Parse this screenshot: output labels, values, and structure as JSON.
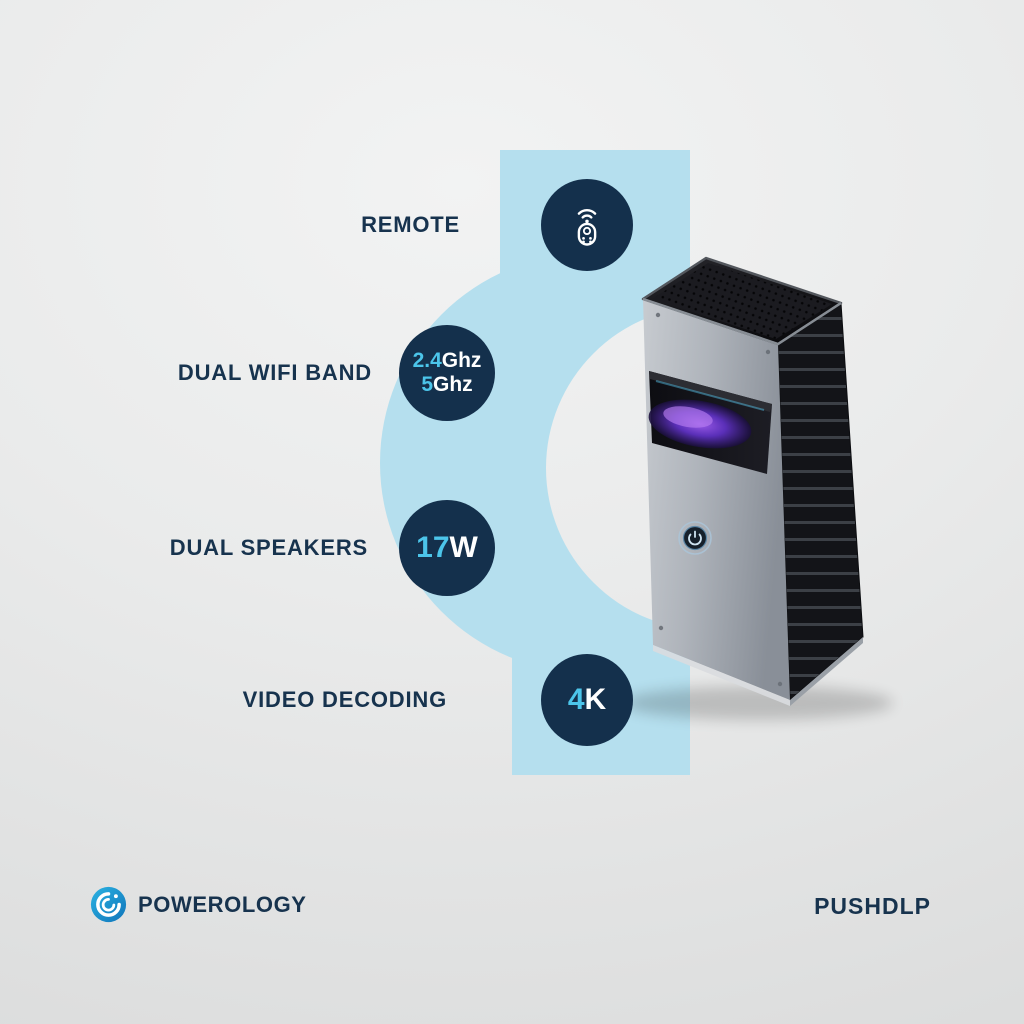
{
  "features": [
    {
      "id": "remote",
      "label": "REMOTE",
      "badge": {
        "type": "icon",
        "icon": "remote-control-icon"
      }
    },
    {
      "id": "wifi",
      "label": "DUAL WIFI BAND",
      "badge": {
        "type": "text",
        "line1_value": "2.4",
        "line1_unit": "Ghz",
        "line2_value": "5",
        "line2_unit": "Ghz"
      }
    },
    {
      "id": "speakers",
      "label": "DUAL SPEAKERS",
      "badge": {
        "type": "text",
        "value": "17",
        "unit": "W"
      }
    },
    {
      "id": "video",
      "label": "VIDEO DECODING",
      "badge": {
        "type": "text",
        "value": "4",
        "unit": "K"
      }
    }
  ],
  "brand": {
    "name": "POWEROLOGY",
    "logo_icon": "powerology-logo-icon"
  },
  "product": {
    "model_code": "PUSHDLP",
    "image": "portable-dlp-projector"
  },
  "colors": {
    "background": "#eaebeb",
    "arc_blue": "#b5dfee",
    "badge_navy": "#14304c",
    "text_navy": "#17334e",
    "accent_cyan": "#4cc5ea",
    "logo_blue": "#1b9cd0"
  }
}
